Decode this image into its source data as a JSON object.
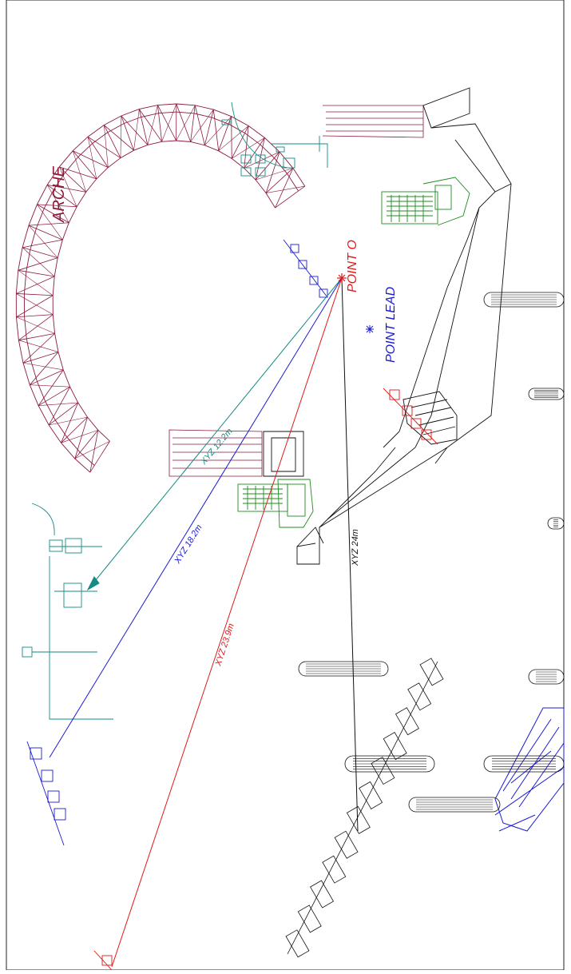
{
  "labels": {
    "arche": "ARCHE",
    "point_o": "POINT O",
    "point_lead": "POINT LEAD",
    "dim_green": "XYZ 12.2m",
    "dim_blue": "XYZ 18.2m",
    "dim_red": "XYZ 23.9m",
    "dim_black": "XYZ 24m"
  },
  "colors": {
    "arche": "#8b1a3c",
    "teal": "#138a84",
    "green": "#1e8c1e",
    "blue": "#1a1ad6",
    "red": "#e01818",
    "black": "#111111"
  }
}
